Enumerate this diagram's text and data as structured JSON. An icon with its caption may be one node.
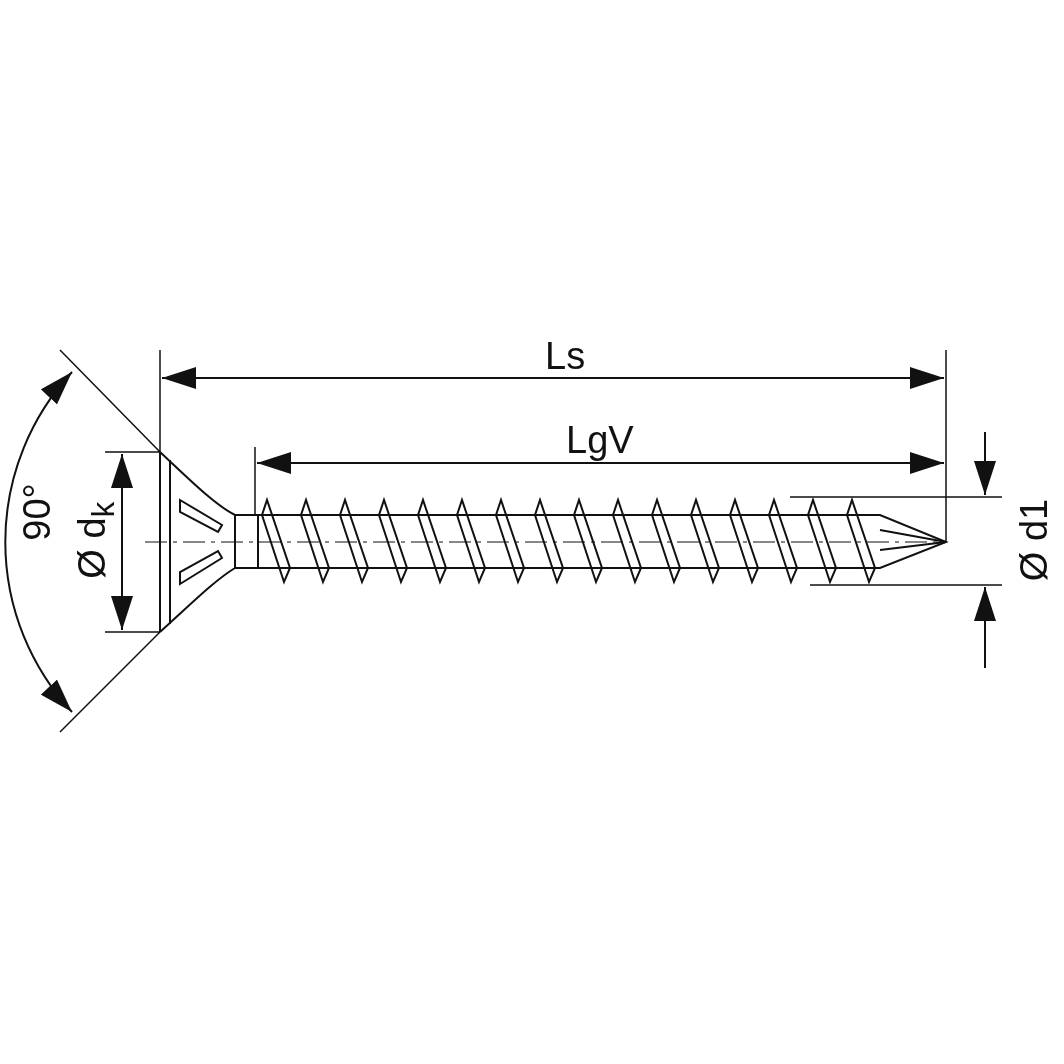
{
  "diagram": {
    "labels": [
      "Ls",
      "LgV",
      "90°",
      "Ø d$_{k}$",
      "Ø d1"
    ]
  }
}
